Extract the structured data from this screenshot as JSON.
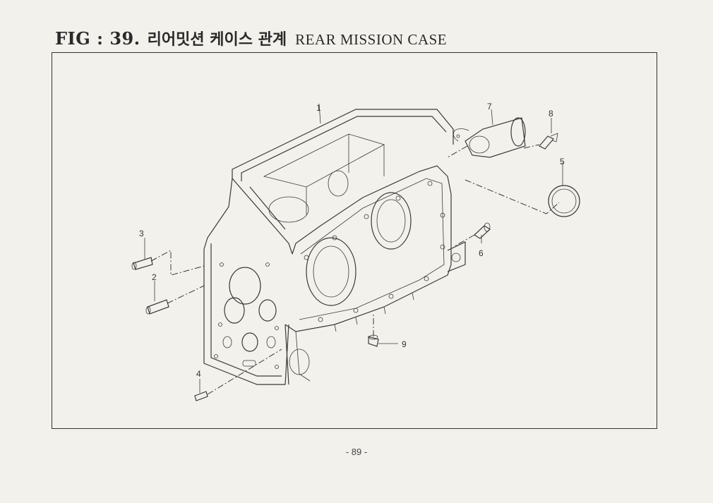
{
  "figure": {
    "prefix": "FIG : 39.",
    "title_ko": "리어밋션 케이스 관계",
    "title_en": "REAR MISSION CASE"
  },
  "callouts": [
    "1",
    "2",
    "3",
    "4",
    "5",
    "6",
    "7",
    "8",
    "9"
  ],
  "page_number": "- 89 -"
}
